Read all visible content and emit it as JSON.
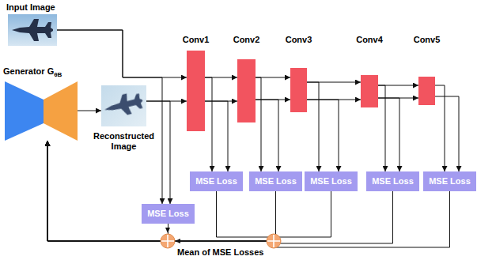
{
  "diagram": {
    "nodes": [
      {
        "text": [
          "Input Image"
        ]
      },
      {
        "text": [
          "Generator G",
          "θB"
        ]
      },
      {
        "text": [
          "Reconstructed Image"
        ]
      },
      {
        "text": [
          "Conv1"
        ]
      },
      {
        "text": [
          "Conv2"
        ]
      },
      {
        "text": [
          "Conv3"
        ]
      },
      {
        "text": [
          "Conv4"
        ]
      },
      {
        "text": [
          "Conv5"
        ]
      },
      {
        "text": [
          "MSE Loss"
        ]
      },
      {
        "text": [
          "MSE Loss"
        ]
      },
      {
        "text": [
          "MSE Loss"
        ]
      },
      {
        "text": [
          "MSE Loss"
        ]
      },
      {
        "text": [
          "MSE Loss"
        ]
      },
      {
        "text": [
          "MSE Loss"
        ]
      }
    ],
    "edges": [
      {
        "from": 0,
        "to": 3,
        "arrow": "to"
      },
      {
        "from": 2,
        "to": 3,
        "arrow": "to"
      },
      {
        "from": 1,
        "to": 2,
        "arrow": "to"
      },
      {
        "from": 0,
        "to": 8,
        "arrow": "to"
      },
      {
        "from": 2,
        "to": 8,
        "arrow": "to"
      },
      {
        "from": 3,
        "to": 4,
        "arrow": "to"
      },
      {
        "from": 3,
        "to": 4,
        "arrow": "to"
      },
      {
        "from": 4,
        "to": 5,
        "arrow": "to"
      },
      {
        "from": 4,
        "to": 5,
        "arrow": "to"
      },
      {
        "from": 5,
        "to": 6,
        "arrow": "to"
      },
      {
        "from": 5,
        "to": 6,
        "arrow": "to"
      },
      {
        "from": 6,
        "to": 7,
        "arrow": "to"
      },
      {
        "from": 6,
        "to": 7,
        "arrow": "to"
      },
      {
        "from": 3,
        "to": 9,
        "arrow": "to"
      },
      {
        "from": 3,
        "to": 9,
        "arrow": "to"
      },
      {
        "from": 4,
        "to": 10,
        "arrow": "to"
      },
      {
        "from": 4,
        "to": 10,
        "arrow": "to"
      },
      {
        "from": 5,
        "to": 11,
        "arrow": "to"
      },
      {
        "from": 5,
        "to": 11,
        "arrow": "to"
      },
      {
        "from": 6,
        "to": 12,
        "arrow": "to"
      },
      {
        "from": 6,
        "to": 12,
        "arrow": "to"
      },
      {
        "from": 7,
        "to": 13,
        "arrow": "to"
      },
      {
        "from": 7,
        "to": 13,
        "arrow": "to"
      },
      {
        "from": 8,
        "to": 1,
        "arrow": "to"
      },
      {
        "from": 9,
        "to": 1,
        "arrow": "to"
      },
      {
        "from": 10,
        "to": 1,
        "arrow": "to"
      },
      {
        "from": 11,
        "to": 1,
        "arrow": "to"
      },
      {
        "from": 12,
        "to": 1,
        "arrow": "to"
      },
      {
        "from": 13,
        "to": 1,
        "arrow": "to"
      }
    ],
    "labels": [
      "Mean of MSE Losses"
    ]
  }
}
